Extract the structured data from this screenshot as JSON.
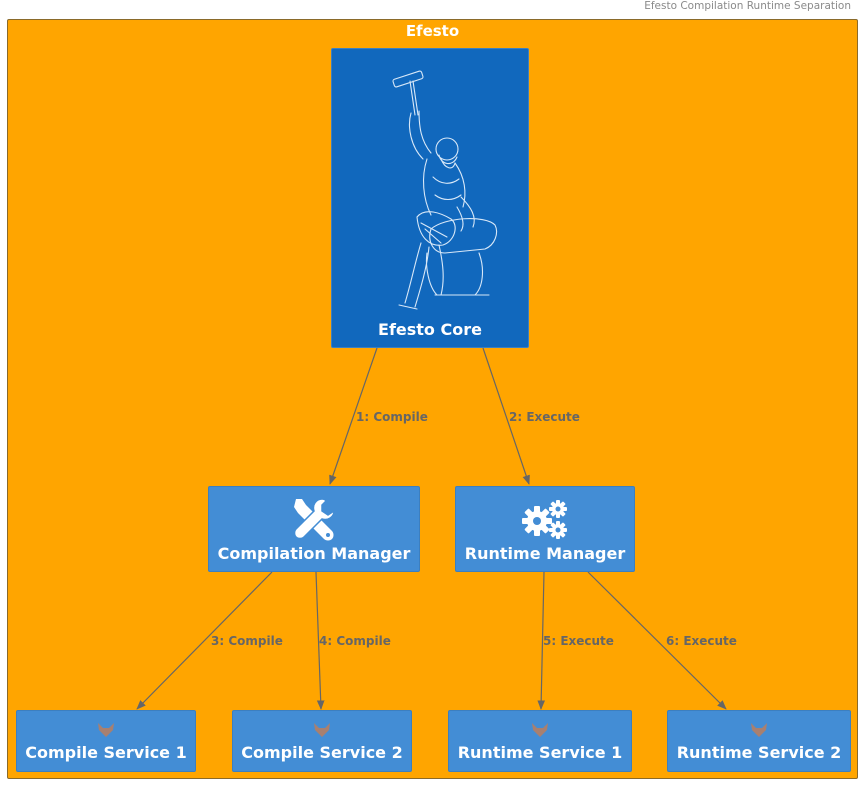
{
  "diagram": {
    "title": "Efesto Compilation Runtime Separation",
    "boundary_label": "Efesto",
    "colors": {
      "boundary_fill": "#ffa500",
      "node_fill": "#438dd5",
      "core_fill": "#1168bd",
      "edge": "#666666",
      "label_text": "#ffffff"
    },
    "nodes": {
      "core": {
        "label": "Efesto Core",
        "icon": "hephaestus-anvil-icon"
      },
      "compilation_manager": {
        "label": "Compilation Manager",
        "icon": "tools-icon"
      },
      "runtime_manager": {
        "label": "Runtime Manager",
        "icon": "gears-icon"
      },
      "compile_service_1": {
        "label": "Compile Service 1",
        "icon": "fox-icon"
      },
      "compile_service_2": {
        "label": "Compile Service 2",
        "icon": "fox-icon"
      },
      "runtime_service_1": {
        "label": "Runtime Service 1",
        "icon": "fox-icon"
      },
      "runtime_service_2": {
        "label": "Runtime Service 2",
        "icon": "fox-icon"
      }
    },
    "edges": [
      {
        "from": "core",
        "to": "compilation_manager",
        "label": "1: Compile"
      },
      {
        "from": "core",
        "to": "runtime_manager",
        "label": "2: Execute"
      },
      {
        "from": "compilation_manager",
        "to": "compile_service_1",
        "label": "3: Compile"
      },
      {
        "from": "compilation_manager",
        "to": "compile_service_2",
        "label": "4: Compile"
      },
      {
        "from": "runtime_manager",
        "to": "runtime_service_1",
        "label": "5: Execute"
      },
      {
        "from": "runtime_manager",
        "to": "runtime_service_2",
        "label": "6: Execute"
      }
    ]
  }
}
